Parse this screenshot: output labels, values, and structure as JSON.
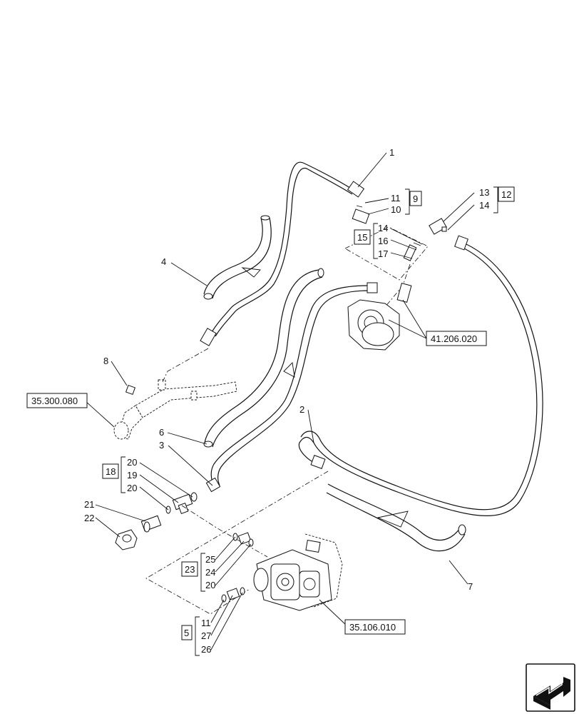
{
  "callouts": {
    "c1": "1",
    "c11a": "11",
    "c10": "10",
    "c9": "9",
    "c13": "13",
    "c14a": "14",
    "c12": "12",
    "c14b": "14",
    "c16": "16",
    "c17": "17",
    "c15": "15",
    "c4": "4",
    "c8": "8",
    "c6": "6",
    "c3": "3",
    "c2": "2",
    "c7": "7",
    "c20a": "20",
    "c19": "19",
    "c20b": "20",
    "c18": "18",
    "c21": "21",
    "c22": "22",
    "c25": "25",
    "c24": "24",
    "c20c": "20",
    "c23": "23",
    "c11b": "11",
    "c27": "27",
    "c26": "26",
    "c5": "5"
  },
  "references": {
    "r41": "41.206.020",
    "r35300": "35.300.080",
    "r35106": "35.106.010"
  },
  "nav": {
    "icon": "next-page-arrow-icon"
  }
}
